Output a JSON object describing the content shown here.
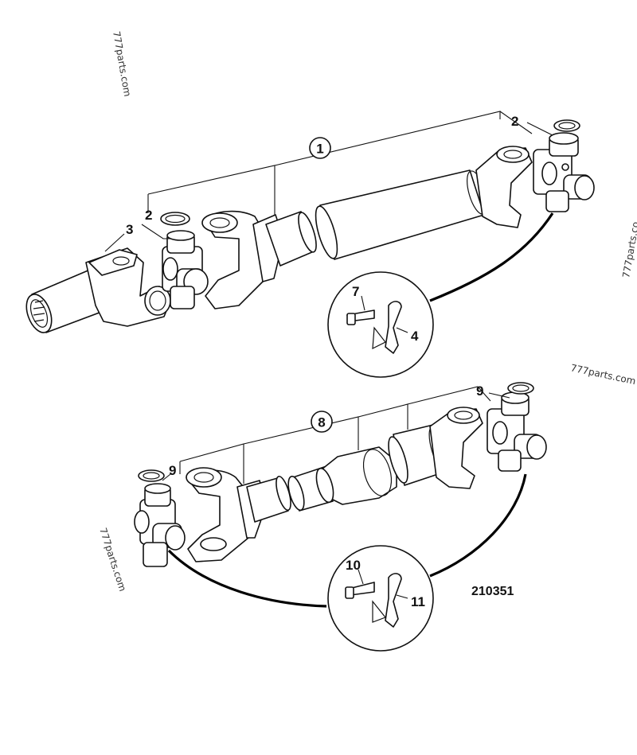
{
  "watermarks": [
    {
      "id": "wm-top-left",
      "text": "777parts.com"
    },
    {
      "id": "wm-right",
      "text": "777parts.co"
    },
    {
      "id": "wm-mid-right",
      "text": "777parts.com"
    },
    {
      "id": "wm-bottom-left",
      "text": "777parts.com"
    }
  ],
  "callouts": {
    "c1": "1",
    "c2a": "2",
    "c2b": "2",
    "c3": "3",
    "c4": "4",
    "c7": "7",
    "c8": "8",
    "c9a": "9",
    "c9b": "9",
    "c10": "10",
    "c11": "11"
  },
  "figure_number": "210351"
}
